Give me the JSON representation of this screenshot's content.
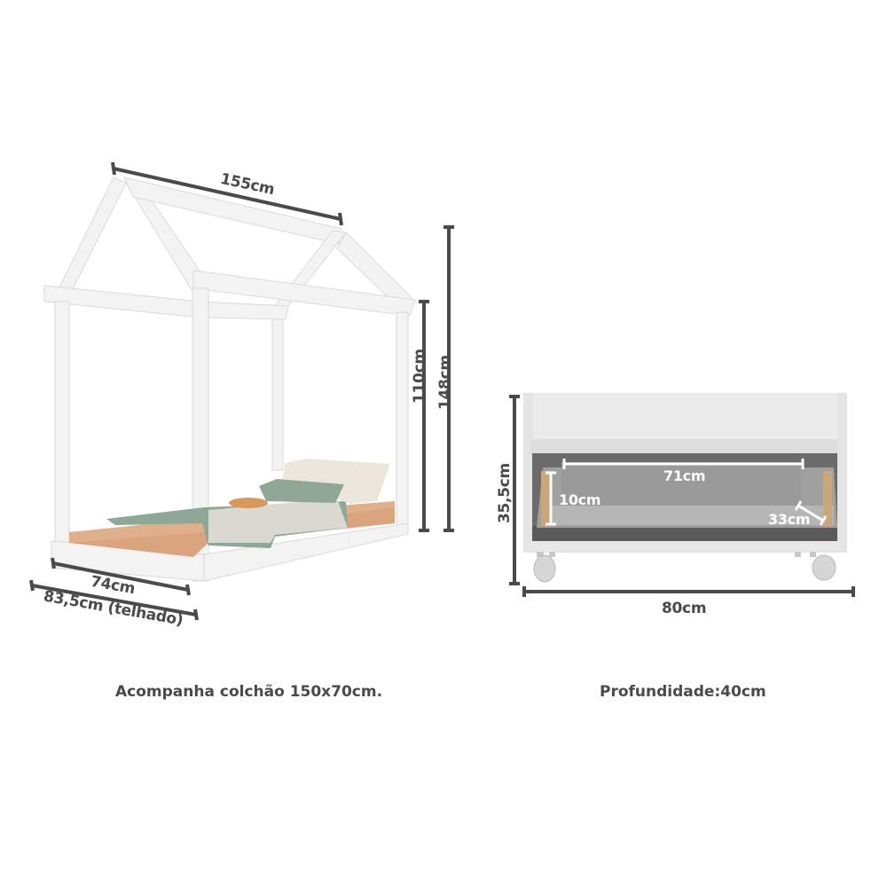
{
  "bed": {
    "name": "house-frame-bed",
    "dimensions": {
      "length": "155cm",
      "width": "74cm",
      "roof_width": "83,5cm (telhado)",
      "side_height": "110cm",
      "total_height": "148cm"
    },
    "caption": "Acompanha colchão 150x70cm."
  },
  "cabinet": {
    "name": "rolling-drawer-unit",
    "dimensions": {
      "height": "35,5cm",
      "width": "80cm",
      "drawer_width": "71cm",
      "drawer_height": "10cm",
      "drawer_depth": "33cm"
    },
    "caption": "Profundidade:40cm"
  },
  "colors": {
    "dimension_line": "#4a4a4a",
    "frame": "#f2f2f2",
    "frame_shadow": "#dcdcdc",
    "mattress": "#d9a47e",
    "blanket_green": "#8fa796",
    "pillow_cream": "#ece6dc",
    "cabinet_body": "#e4e4e4",
    "drawer_interior": "#9a9a9a",
    "drawer_wood_edge": "#c9a77a"
  }
}
